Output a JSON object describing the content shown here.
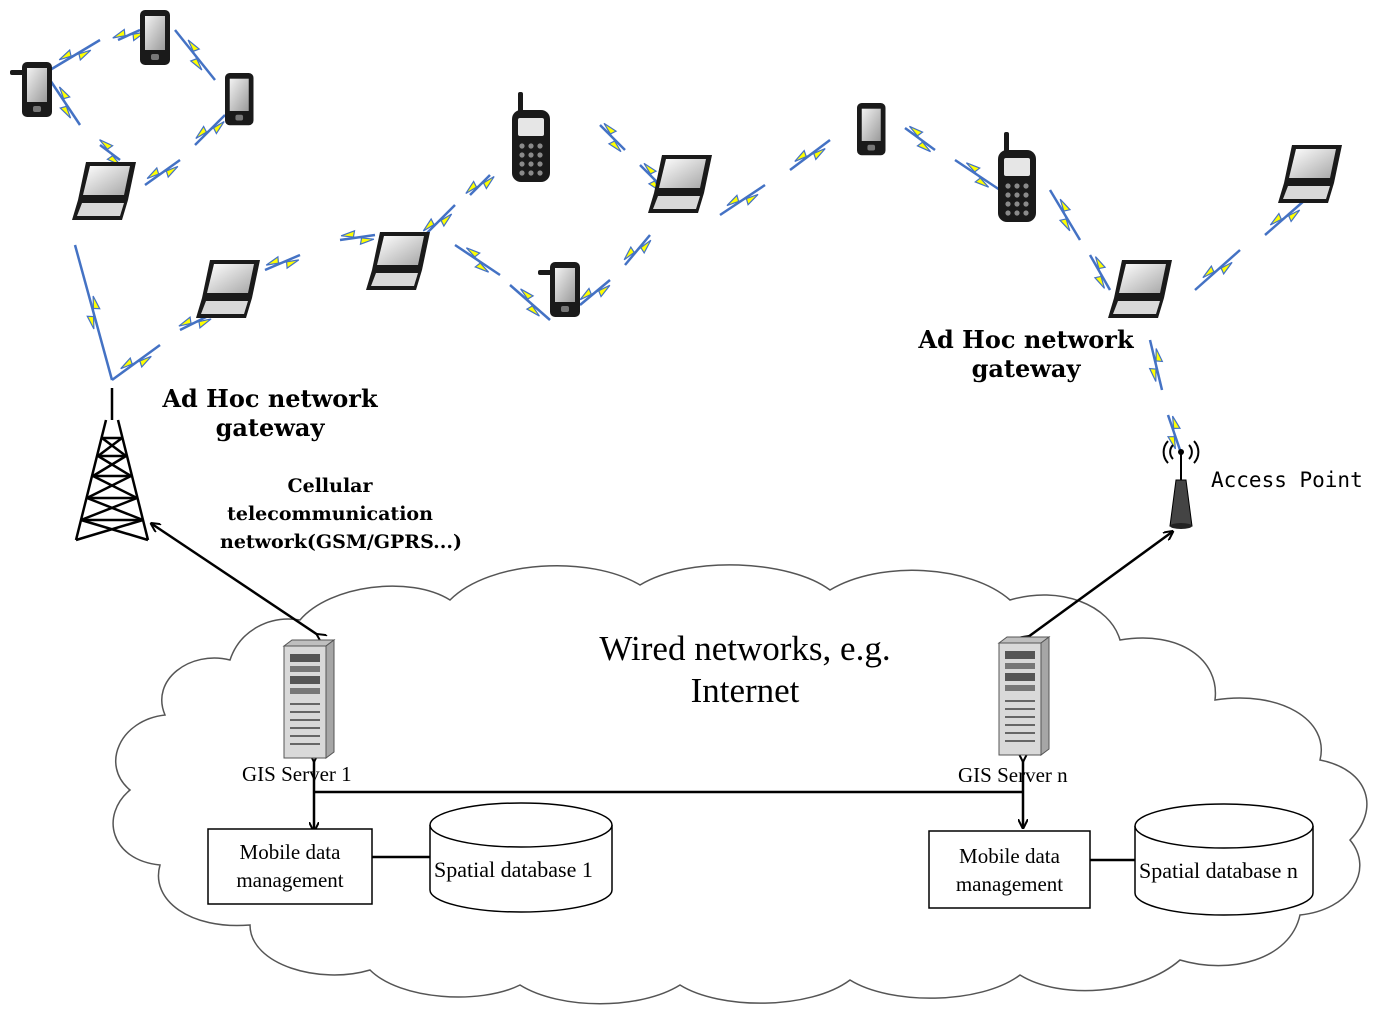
{
  "labels": {
    "gateway_left": [
      "Ad Hoc network",
      "gateway"
    ],
    "gateway_right": [
      "Ad Hoc network",
      "gateway"
    ],
    "cellular": [
      "Cellular",
      "telecommunication",
      "network(GSM/GPRS...)"
    ],
    "access_point": "Access Point",
    "cloud_title": [
      "Wired networks, e.g.",
      "Internet"
    ],
    "server_1": "GIS Server 1",
    "server_n": "GIS Server n",
    "mobile_data_1": [
      "Mobile data",
      "management"
    ],
    "mobile_data_n": [
      "Mobile data",
      "management"
    ],
    "spatial_db_1": "Spatial database 1",
    "spatial_db_n": "Spatial database n"
  },
  "colors": {
    "link_line": "#4472c4",
    "lightning_fill": "#ffff00",
    "lightning_stroke": "#4472c4",
    "device_dark": "#1a1a1a",
    "server_body": "#d9d9d9"
  },
  "icons": [
    "pda-icon",
    "laptop-icon",
    "mobile-phone-icon",
    "cell-tower-icon",
    "access-point-icon",
    "server-icon",
    "database-icon",
    "cloud-shape"
  ]
}
